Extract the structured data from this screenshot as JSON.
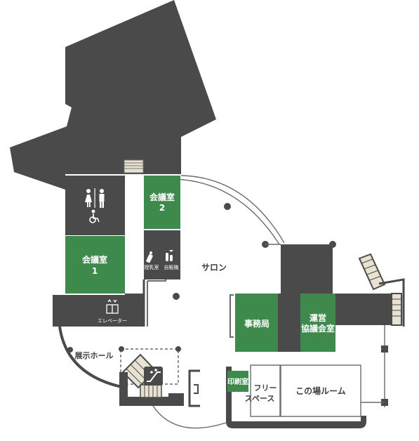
{
  "colors": {
    "wall": "#4a4a4a",
    "green": "#3e8a4c",
    "floor": "#ffffff",
    "outline": "#6a6a6a",
    "text_dark": "#3f3f3f"
  },
  "icons": {
    "restroom": "restroom-icon",
    "wheelchair": "wheelchair-icon",
    "nursing": "nursing-room-icon",
    "vending": "vending-machine-icon",
    "elevator": "elevator-icon",
    "stairs": "stairs-icon",
    "escalator": "escalator-icon"
  },
  "rooms": {
    "meeting2": {
      "line1": "会議室",
      "line2": "2"
    },
    "meeting1": {
      "line1": "会議室",
      "line2": "1"
    },
    "nursing": "授乳室",
    "vending": "自販機",
    "elevator": "エレベーター",
    "salon": "サロン",
    "office": "事務局",
    "council": {
      "line1": "運営",
      "line2": "協議会室"
    },
    "exhibition": "展示ホール",
    "print": "印刷室",
    "free_space": {
      "line1": "フリー",
      "line2": "スペース"
    },
    "kono_ba": "この場ルーム"
  }
}
